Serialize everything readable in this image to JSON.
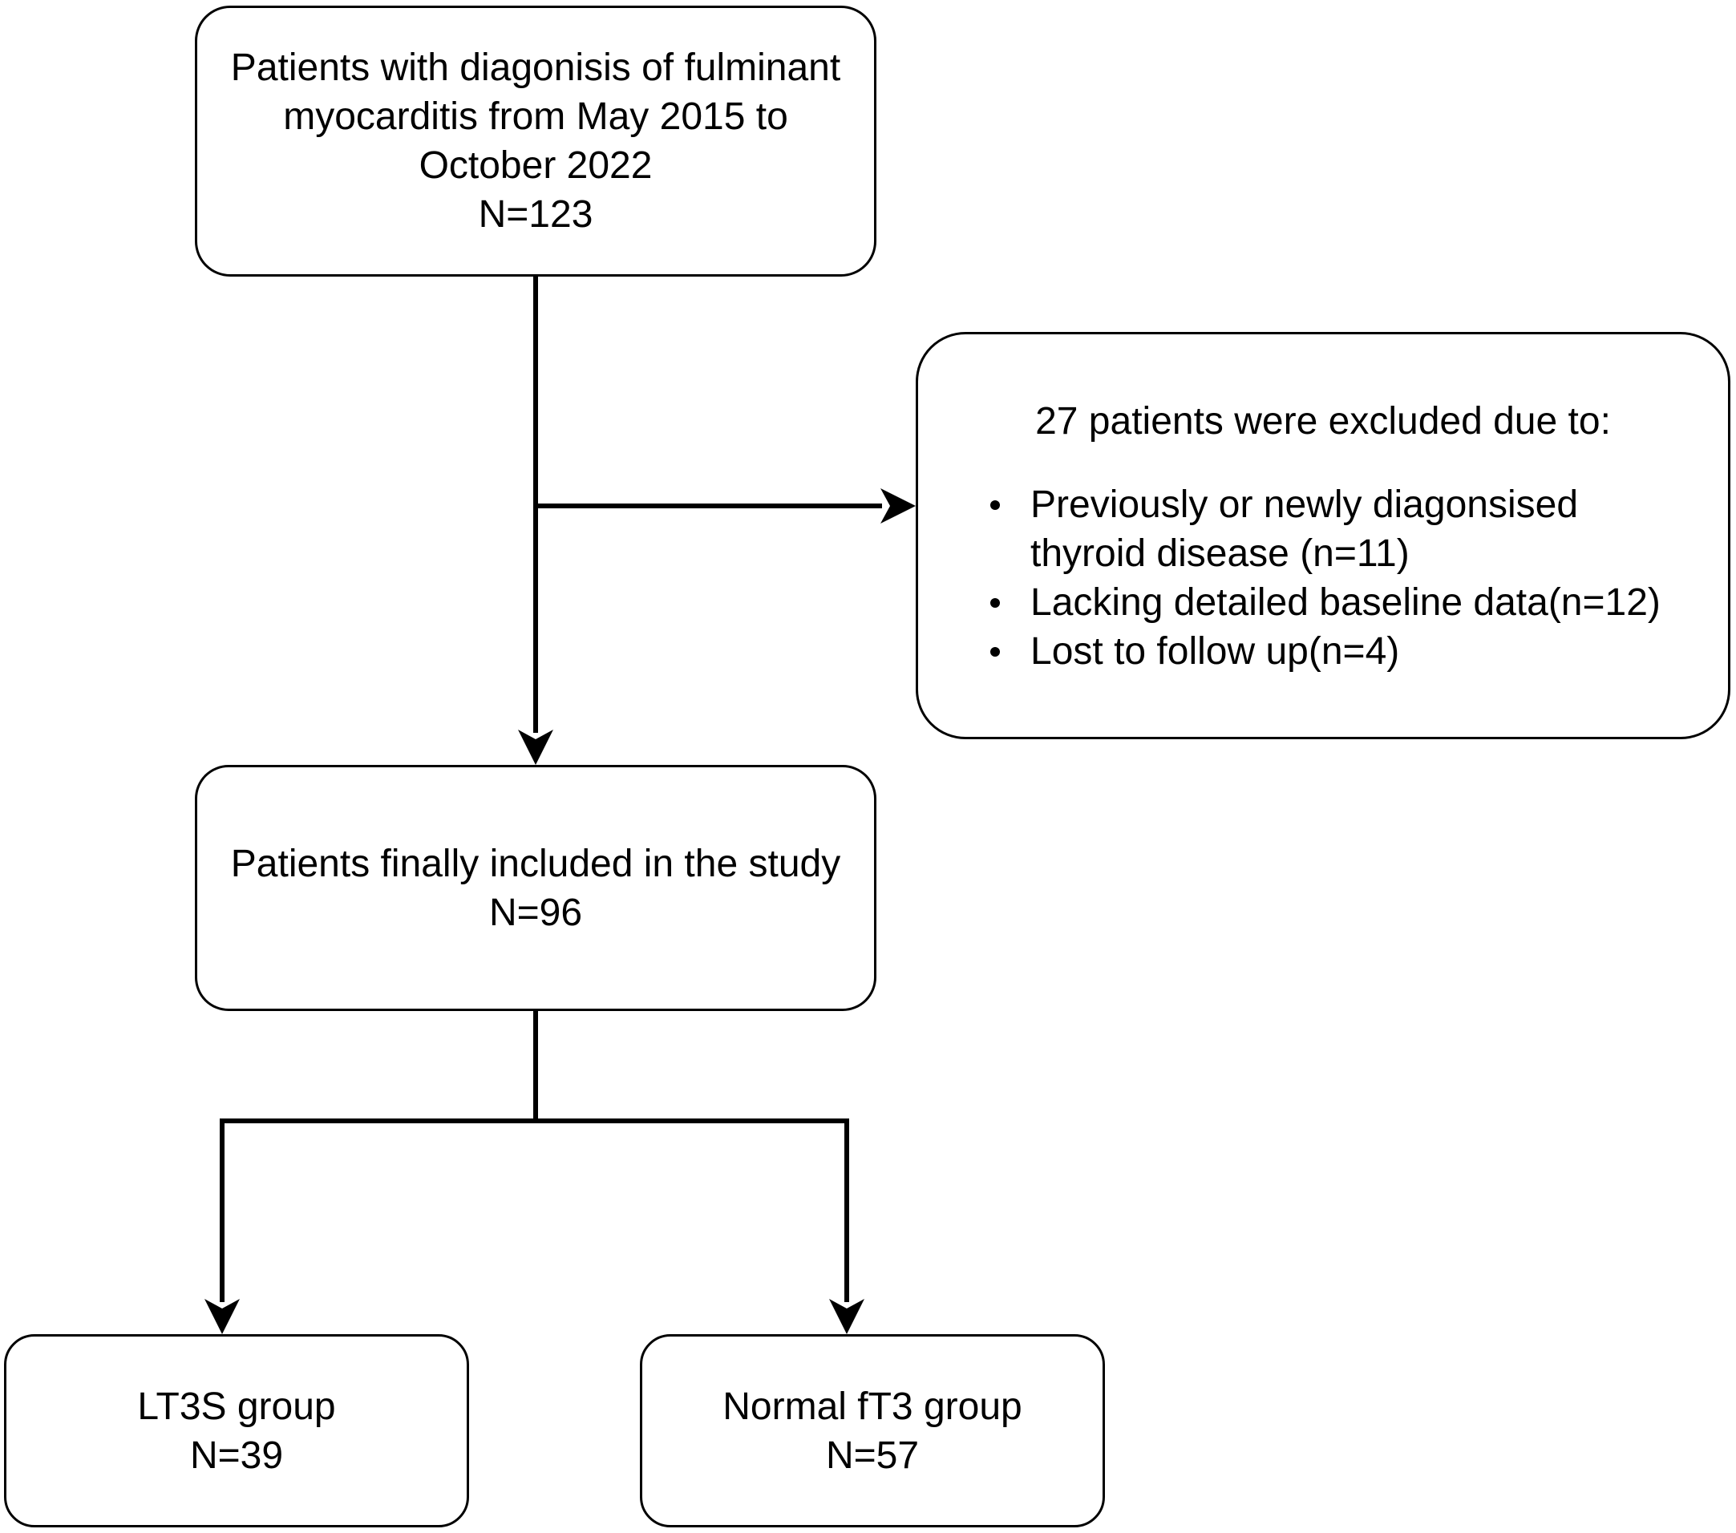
{
  "screened": {
    "lines": [
      "Patients with diagonisis of fulminant",
      "myocarditis from May 2015 to",
      "October 2022"
    ],
    "count": "N=123"
  },
  "excluded": {
    "title": "27 patients were excluded due to:",
    "reasons": [
      [
        "Previously or newly diagonsised",
        "thyroid disease (n=11)"
      ],
      [
        "Lacking detailed baseline data(n=12)"
      ],
      [
        "Lost to follow up(n=4)"
      ]
    ]
  },
  "included": {
    "label": "Patients finally included in the study",
    "count": "N=96"
  },
  "groups": [
    {
      "label": "LT3S group",
      "count": "N=39"
    },
    {
      "label": "Normal fT3 group",
      "count": "N=57"
    }
  ]
}
